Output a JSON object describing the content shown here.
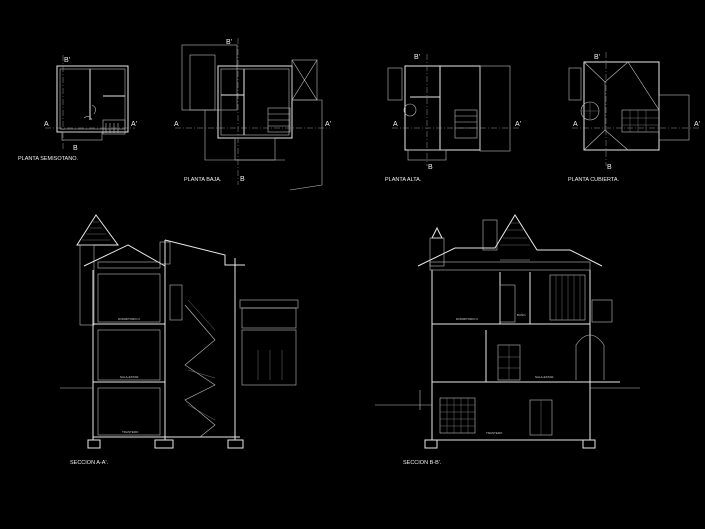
{
  "drawing": {
    "plans": [
      {
        "title": "PLANTA SEMISOTANO."
      },
      {
        "title": "PLANTA BAJA."
      },
      {
        "title": "PLANTA ALTA."
      },
      {
        "title": "PLANTA CUBIERTA."
      }
    ],
    "sections": [
      {
        "title": "SECCION A-A'.",
        "rooms": [
          "DORMITORIO 2",
          "SALA-ESTAR",
          "TRASTERO"
        ]
      },
      {
        "title": "SECCION B-B'.",
        "rooms": [
          "DORMITORIO 2",
          "BAÑO",
          "SALA-ESTAR",
          "TRASTERO"
        ]
      }
    ],
    "markers": {
      "a": "A",
      "a_prime": "A'",
      "b": "B",
      "b_prime": "B'"
    },
    "colors": {
      "background": "#000000",
      "lines": "#e8e8e8"
    }
  }
}
